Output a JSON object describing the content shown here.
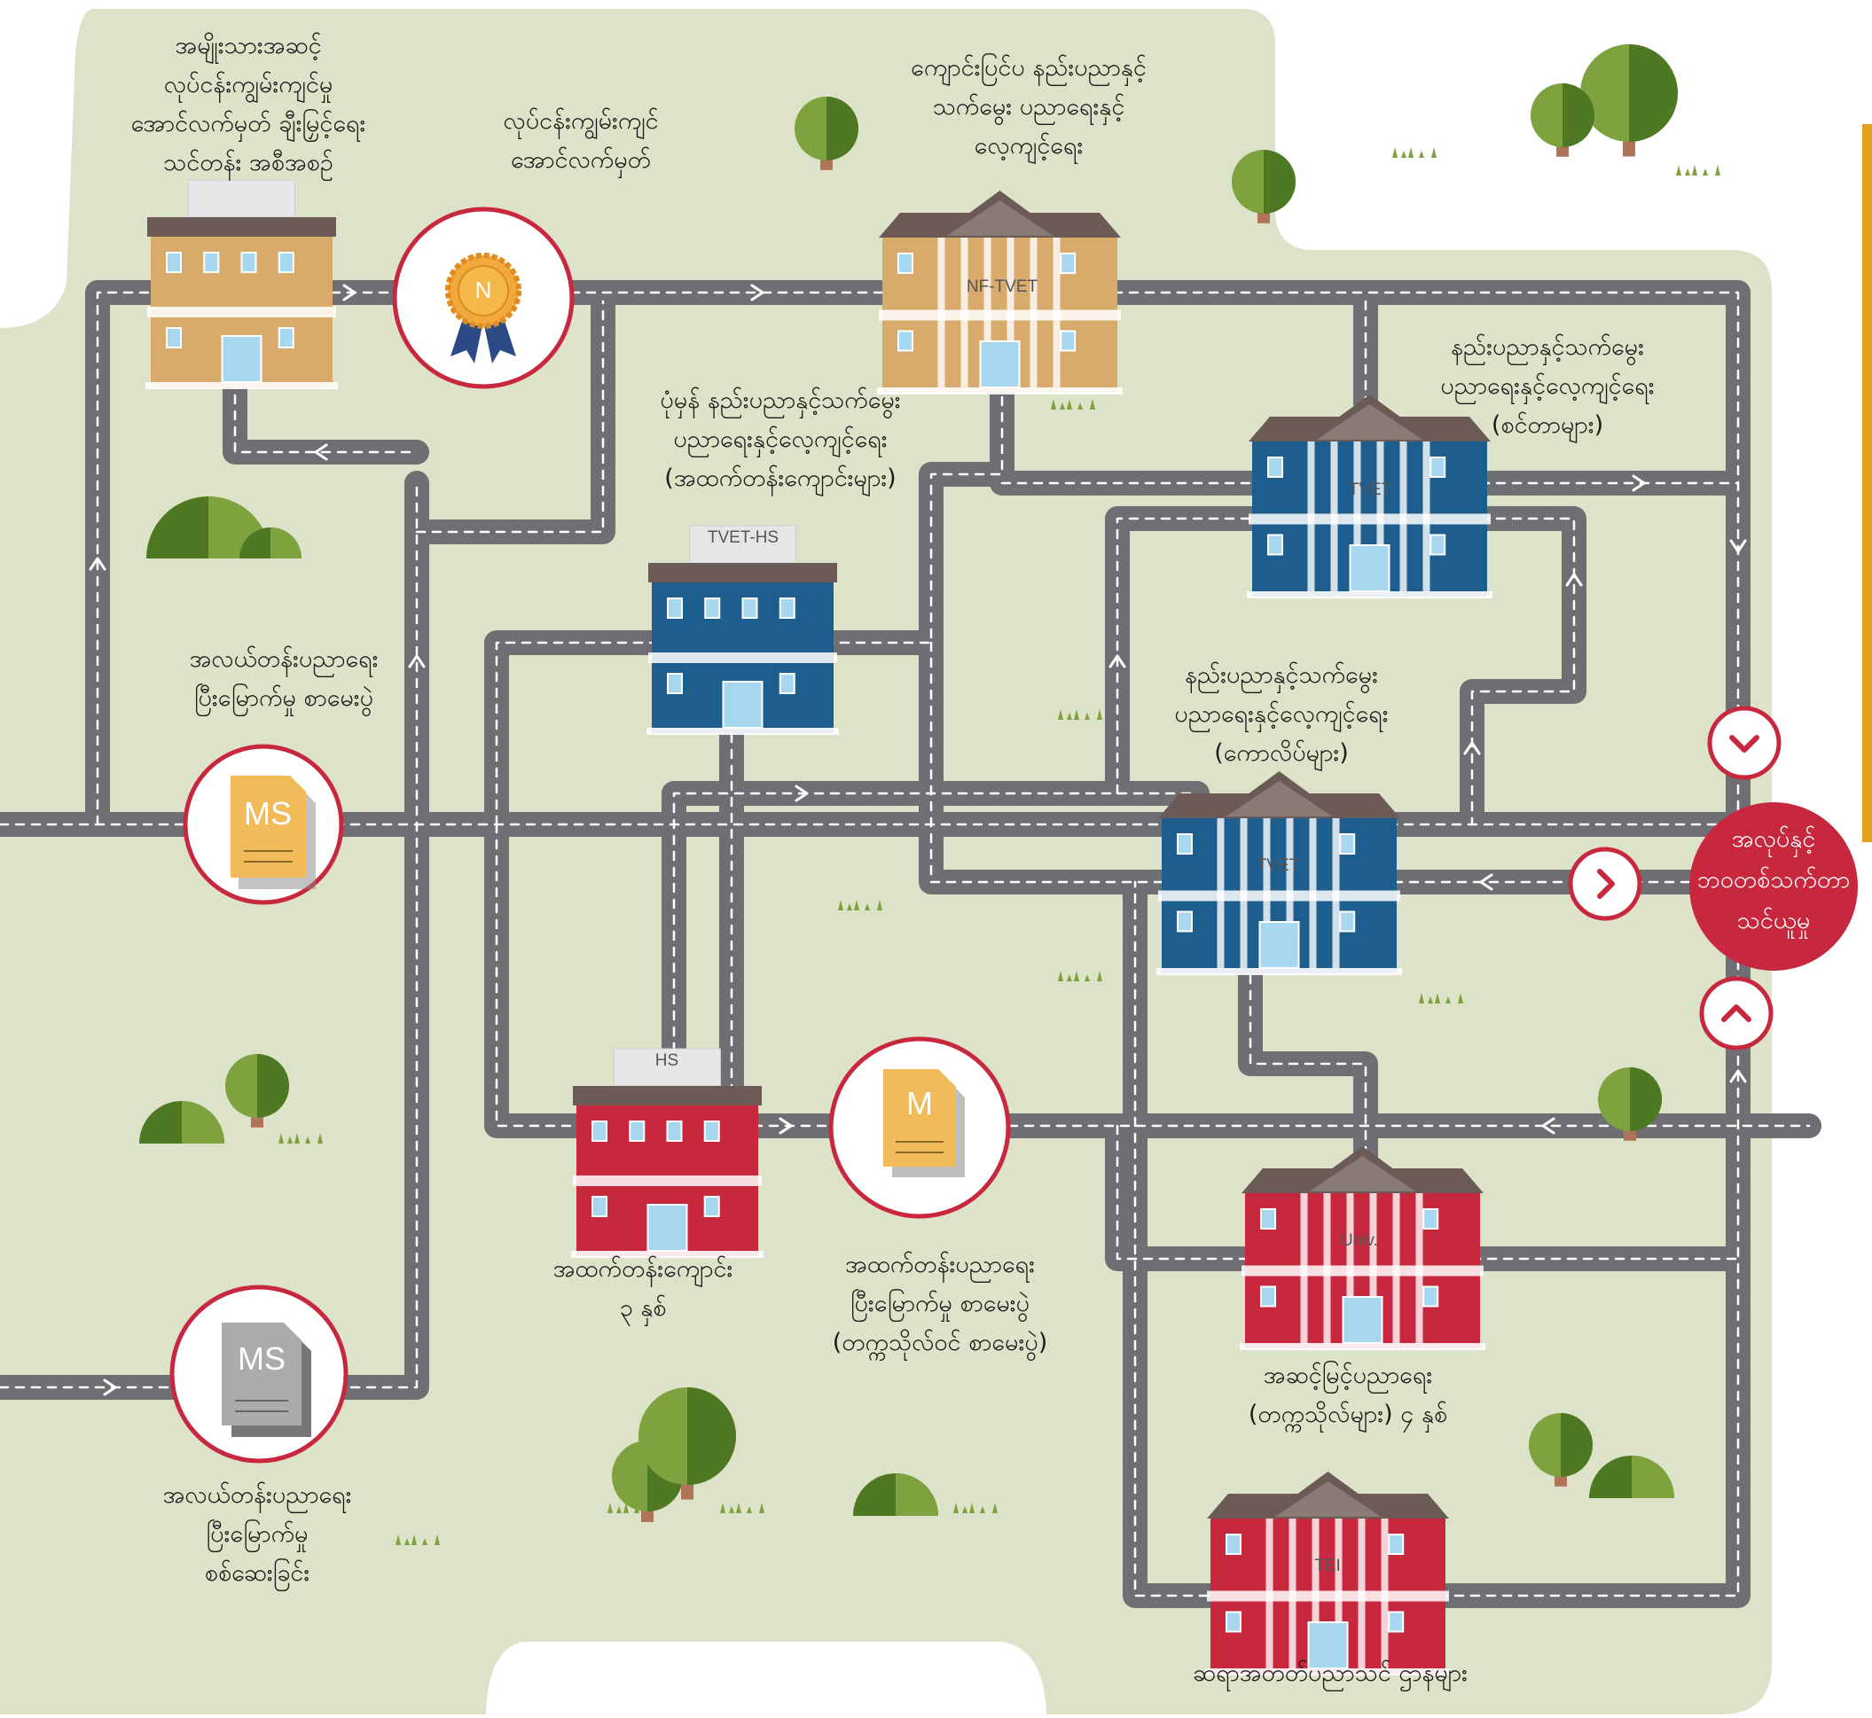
{
  "labels": {
    "national_skills_framework": "အမျိုးသားအဆင့်\nလုပ်ငန်းကျွမ်းကျင်မှု\nအောင်လက်မှတ် ချီးမြှင့်ရေး\nသင်တန်း အစီအစဉ်",
    "skills_certificate": "လုပ်ငန်းကျွမ်းကျင်\nအောင်လက်မှတ်",
    "non_formal_tvet": "ကျောင်းပြင်ပ နည်းပညာနှင့်\nသက်မွေး ပညာရေးနှင့်\nလေ့ကျင့်ရေး",
    "tvet_hs_caption": "ပုံမှန် နည်းပညာနှင့်သက်မွေး\nပညာရေးနှင့်လေ့ကျင့်ရေး\n(အထက်တန်းကျောင်းများ)",
    "tvet_centres_caption": "နည်းပညာနှင့်သက်မွေး\nပညာရေးနှင့်လေ့ကျင့်ရေး\n(စင်တာများ)",
    "tvet_colleges_caption": "နည်းပညာနှင့်သက်မွေး\nပညာရေးနှင့်လေ့ကျင့်ရေး\n(ကောလိပ်များ)",
    "middle_exam": "အလယ်တန်းပညာရေး\nပြီးမြောက်မှု စာမေးပွဲ",
    "middle_assessment": "အလယ်တန်းပညာရေး\nပြီးမြောက်မှု\nစစ်ဆေးခြင်း",
    "high_school": "အထက်တန်းကျောင်း\n၃ နှစ်",
    "matric_exam": "အထက်တန်းပညာရေး\nပြီးမြောက်မှု စာမေးပွဲ\n(တက္ကသိုလ်ဝင် စာမေးပွဲ)",
    "higher_ed": "အဆင့်မြင့်ပညာရေး\n(တက္ကသိုလ်များ) ၄ နှစ်",
    "teacher_ed": "ဆရာအတတ်ပညာသင် ဌာနများ",
    "destination": "အလုပ်နှင့်\nဘဝတစ်သက်တာ\nသင်ယူမှု"
  },
  "buildings": {
    "nf_tvet": "NF-TVET",
    "tvet_hs": "TVET-HS",
    "tvet_centre": "TVET",
    "tvet_college": "TVET",
    "hs": "HS",
    "univ": "Univ.",
    "tei": "TEI"
  },
  "badges": {
    "ms_top": "MS",
    "ms_bottom": "MS",
    "m": "M",
    "n": "N"
  },
  "colors": {
    "land": "#dde3c8",
    "road": "#6f6f73",
    "road_line": "#ffffff",
    "red": "#c8283e",
    "blue": "#1e5e8f",
    "tan": "#d8ab6c",
    "tree_light": "#7ea23e",
    "tree_dark": "#4f7823",
    "trunk": "#b07458",
    "accent_bar": "#e3a020"
  }
}
